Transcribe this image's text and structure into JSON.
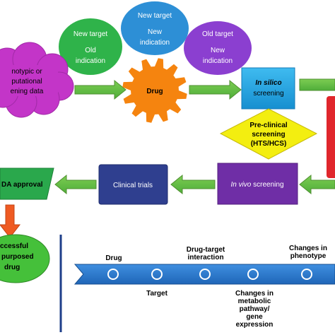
{
  "circles": {
    "left": {
      "line1": "New target",
      "line2": "Old",
      "line3": "indication"
    },
    "middle": {
      "line1": "New target",
      "line2": "New",
      "line3": "indication"
    },
    "right": {
      "line1": "Old target",
      "line2": "New",
      "line3": "indication"
    }
  },
  "cloud": {
    "line1": "notypic or",
    "line2": "putational",
    "line3": "ening data"
  },
  "gear": {
    "label": "Drug"
  },
  "in_silico": {
    "italic": "In silico",
    "line2": "screening"
  },
  "preclinical": {
    "line1": "Pre-clinical",
    "line2": "screening",
    "line3": "(HTS/HCS)"
  },
  "in_vivo": {
    "italic": "In vivo",
    "rest": " screening"
  },
  "clinical_trials": {
    "label": "Clinical trials"
  },
  "fda": {
    "label": "DA approval"
  },
  "repurposed": {
    "line1": "ccessful",
    "line2": "purposed",
    "line3": "drug"
  },
  "timeline": {
    "above": [
      "Drug",
      "Drug-target",
      "interaction",
      "Changes in",
      "phenotype"
    ],
    "below": [
      "Target",
      "Changes in",
      "metabolic",
      "pathway/",
      "gene",
      "expression"
    ]
  },
  "colors": {
    "green_circle": "#2fb34a",
    "blue_circle": "#2d8fd6",
    "purple_circle": "#8b3fd0",
    "cloud": "#c335c8",
    "gear": "#f5840f",
    "arrow_green": "#6cc24a",
    "in_silico": "#1ea7e6",
    "preclinical": "#f3ee10",
    "red_box": "#e0262c",
    "in_vivo": "#6f2ea6",
    "clinical_trials": "#2f3f8f",
    "fda": "#2aa84c",
    "orange_arrow": "#ef5a22",
    "repurposed": "#45c03a",
    "timeline": "#2f7fd1",
    "divider": "#1f3f8a"
  },
  "icons": [
    "right-arrow-icon",
    "left-arrow-icon",
    "down-arrow-icon",
    "gear-icon"
  ]
}
